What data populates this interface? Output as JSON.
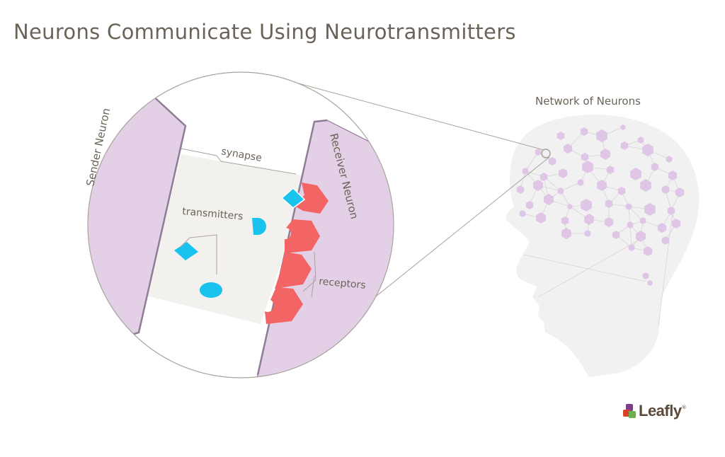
{
  "title": "Neurons Communicate Using Neurotransmitters",
  "network_title": "Network of Neurons",
  "labels": {
    "sender": "Sender Neuron",
    "receiver": "Receiver Neuron",
    "synapse": "synapse",
    "transmitters": "transmitters",
    "receptors": "receptors"
  },
  "logo": {
    "brand": "Leafly",
    "trademark": "®"
  },
  "colors": {
    "neuron_fill": "#e3cfe6",
    "neuron_stroke": "#8f7d95",
    "receptor": "#f36464",
    "transmitter": "#19c3ee",
    "synapse_bg": "#f2f1ed",
    "head": "#f1f1f1",
    "node": "#dfc6e6",
    "text": "#6b6357"
  }
}
